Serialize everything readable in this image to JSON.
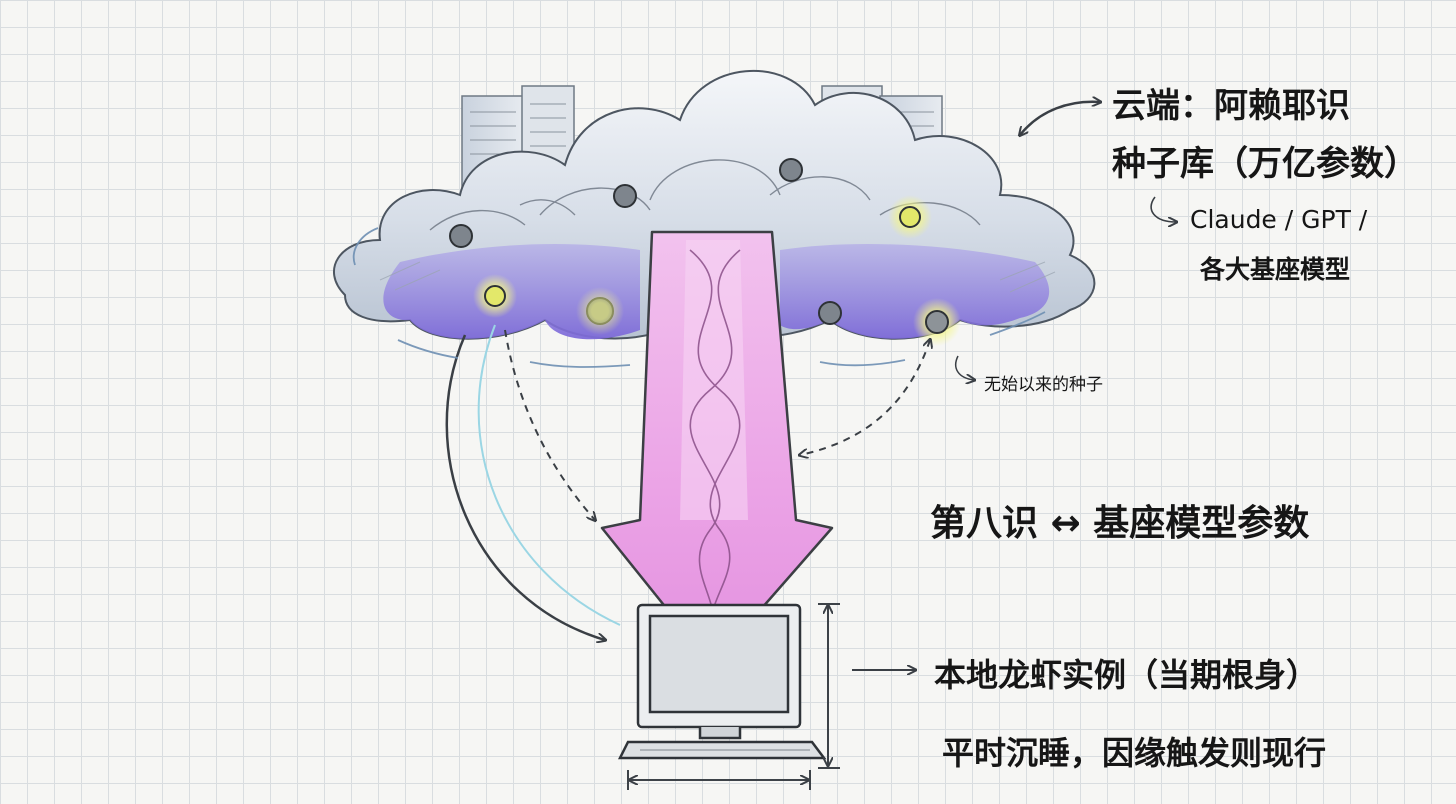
{
  "cloud_label": {
    "line1": "云端：阿赖耶识",
    "line2": "种子库（万亿参数）",
    "sub_line1": "Claude / GPT /",
    "sub_line2": "各大基座模型"
  },
  "seed_label": "无始以来的种子",
  "mapping_label": "第八识 ↔ 基座模型参数",
  "local_label": "本地龙虾实例（当期根身）",
  "dormant_label": "平时沉睡，因缘触发则现行",
  "colors": {
    "beam": "#eea9e8",
    "cloud_purple": "#8e7be0",
    "seed_glow": "#eef27a",
    "ink": "#161616",
    "grid": "#d9dde0"
  }
}
